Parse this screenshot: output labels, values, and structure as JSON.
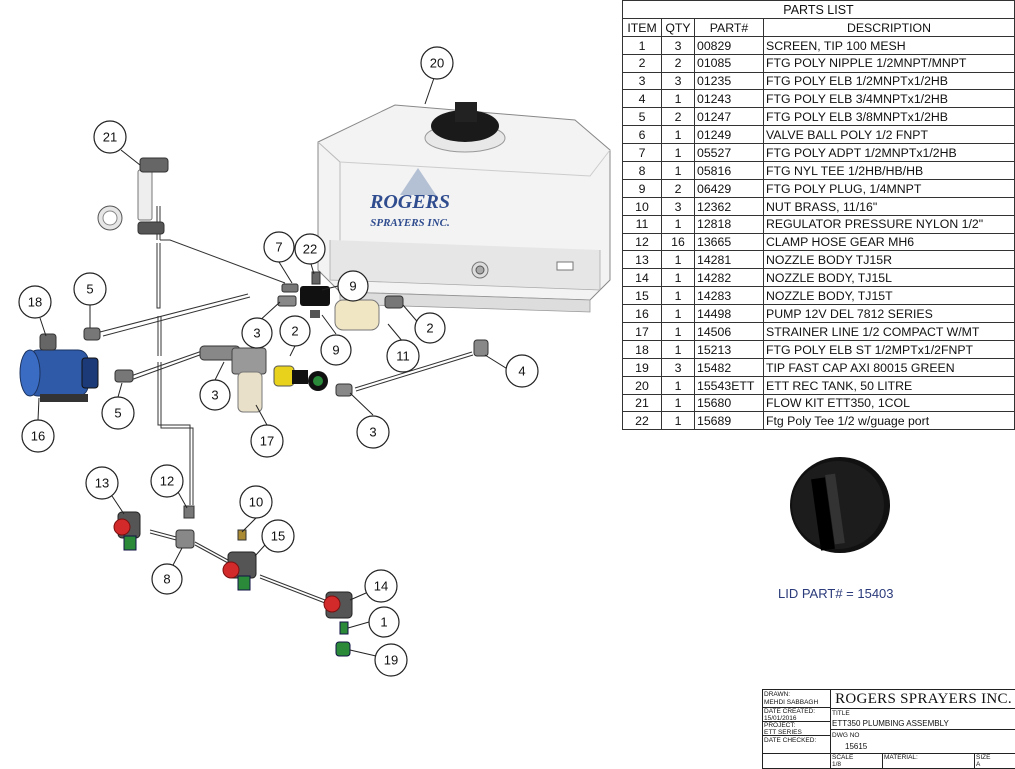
{
  "parts_list": {
    "title": "PARTS LIST",
    "headers": [
      "ITEM",
      "QTY",
      "PART#",
      "DESCRIPTION"
    ],
    "rows": [
      {
        "item": "1",
        "qty": "3",
        "part": "00829",
        "desc": "SCREEN, TIP 100 MESH"
      },
      {
        "item": "2",
        "qty": "2",
        "part": "01085",
        "desc": "FTG POLY NIPPLE 1/2MNPT/MNPT"
      },
      {
        "item": "3",
        "qty": "3",
        "part": "01235",
        "desc": "FTG POLY ELB 1/2MNPTx1/2HB"
      },
      {
        "item": "4",
        "qty": "1",
        "part": "01243",
        "desc": "FTG POLY ELB 3/4MNPTx1/2HB"
      },
      {
        "item": "5",
        "qty": "2",
        "part": "01247",
        "desc": "FTG POLY ELB 3/8MNPTx1/2HB"
      },
      {
        "item": "6",
        "qty": "1",
        "part": "01249",
        "desc": "VALVE BALL POLY 1/2 FNPT"
      },
      {
        "item": "7",
        "qty": "1",
        "part": "05527",
        "desc": "FTG POLY ADPT 1/2MNPTx1/2HB"
      },
      {
        "item": "8",
        "qty": "1",
        "part": "05816",
        "desc": "FTG NYL TEE 1/2HB/HB/HB"
      },
      {
        "item": "9",
        "qty": "2",
        "part": "06429",
        "desc": "FTG POLY PLUG, 1/4MNPT"
      },
      {
        "item": "10",
        "qty": "3",
        "part": "12362",
        "desc": "NUT BRASS, 11/16\""
      },
      {
        "item": "11",
        "qty": "1",
        "part": "12818",
        "desc": "REGULATOR PRESSURE NYLON 1/2\""
      },
      {
        "item": "12",
        "qty": "16",
        "part": "13665",
        "desc": "CLAMP HOSE GEAR MH6"
      },
      {
        "item": "13",
        "qty": "1",
        "part": "14281",
        "desc": "NOZZLE BODY TJ15R"
      },
      {
        "item": "14",
        "qty": "1",
        "part": "14282",
        "desc": "NOZZLE BODY, TJ15L"
      },
      {
        "item": "15",
        "qty": "1",
        "part": "14283",
        "desc": "NOZZLE BODY, TJ15T"
      },
      {
        "item": "16",
        "qty": "1",
        "part": "14498",
        "desc": "PUMP 12V DEL 7812 SERIES"
      },
      {
        "item": "17",
        "qty": "1",
        "part": "14506",
        "desc": "STRAINER LINE 1/2 COMPACT W/MT"
      },
      {
        "item": "18",
        "qty": "1",
        "part": "15213",
        "desc": "FTG POLY ELB ST 1/2MPTx1/2FNPT"
      },
      {
        "item": "19",
        "qty": "3",
        "part": "15482",
        "desc": "TIP FAST CAP AXI 80015 GREEN"
      },
      {
        "item": "20",
        "qty": "1",
        "part": "15543ETT",
        "desc": "ETT REC TANK, 50 LITRE"
      },
      {
        "item": "21",
        "qty": "1",
        "part": "15680",
        "desc": "FLOW KIT ETT350, 1COL"
      },
      {
        "item": "22",
        "qty": "1",
        "part": "15689",
        "desc": "Ftg Poly Tee 1/2 w/guage port"
      }
    ]
  },
  "lid_label": "LID PART# = 15403",
  "tank_logo": {
    "line1": "ROGERS",
    "line2": "SPRAYERS INC."
  },
  "balloons": {
    "b20": "20",
    "b21": "21",
    "b7": "7",
    "b22": "22",
    "b9a": "9",
    "b18": "18",
    "b5a": "5",
    "b3a": "3",
    "b2a": "2",
    "b9b": "9",
    "b11": "11",
    "b2b": "2",
    "b4": "4",
    "b16": "16",
    "b5b": "5",
    "b3b": "3",
    "b17": "17",
    "b3c": "3",
    "b13": "13",
    "b12": "12",
    "b10": "10",
    "b15": "15",
    "b8": "8",
    "b14": "14",
    "b1": "1",
    "b19": "19"
  },
  "title_block": {
    "company": "ROGERS SPRAYERS INC.",
    "drawn_label": "DRAWN:",
    "drawn_value": "MEHDI SABBAGH",
    "date_created_label": "DATE CREATED:",
    "date_created_value": "15/01/2016",
    "project_label": "PROJECT:",
    "project_value": "ETT SERIES",
    "date_checked_label": "DATE CHECKED:",
    "title_label": "TITLE",
    "title_value": "ETT350 PLUMBING ASSEMBLY",
    "dwg_label": "DWG NO",
    "dwg_value": "15615",
    "scale_label": "SCALE",
    "scale_value": "1/8",
    "material_label": "MATERIAL:",
    "size_label": "SIZE",
    "size_value": "A"
  },
  "colors": {
    "pump_blue": "#2f5aa8",
    "nozzle_red": "#d22a2a",
    "tip_green": "#2a8a3a",
    "valve_yellow": "#e8d21c",
    "tank_white": "#f2f2f2",
    "logo_blue": "#2f4c8f",
    "lid_label_blue": "#2a3a7a"
  }
}
